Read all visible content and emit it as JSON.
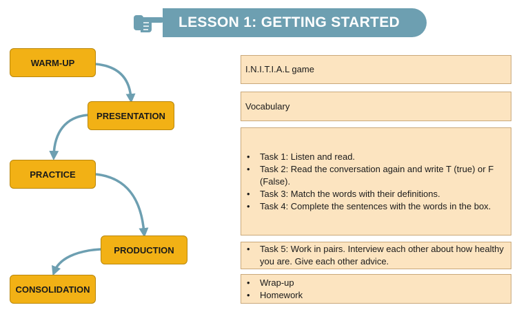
{
  "title": "LESSON 1: GETTING STARTED",
  "icons": {
    "pointer": "pointing-hand-icon"
  },
  "colors": {
    "banner": "#6d9fb1",
    "stage_fill": "#f2b115",
    "activity_fill": "#fce4c0",
    "arrow": "#6d9fb1"
  },
  "stages": [
    {
      "label": "WARM-UP"
    },
    {
      "label": "PRESENTATION"
    },
    {
      "label": "PRACTICE"
    },
    {
      "label": "PRODUCTION"
    },
    {
      "label": "CONSOLIDATION"
    }
  ],
  "activities": {
    "warmup": "I.N.I.T.I.A.L game",
    "presentation": "Vocabulary",
    "practice": [
      "Task 1: Listen and read.",
      "Task 2: Read the conversation again and write T (true) or F (False).",
      "Task 3: Match the words with their definitions.",
      "Task 4: Complete the sentences with the words in the box."
    ],
    "production": [
      "Task 5: Work in pairs. Interview each other about how healthy you are. Give each other advice."
    ],
    "consolidation": [
      "Wrap-up",
      "Homework"
    ]
  }
}
